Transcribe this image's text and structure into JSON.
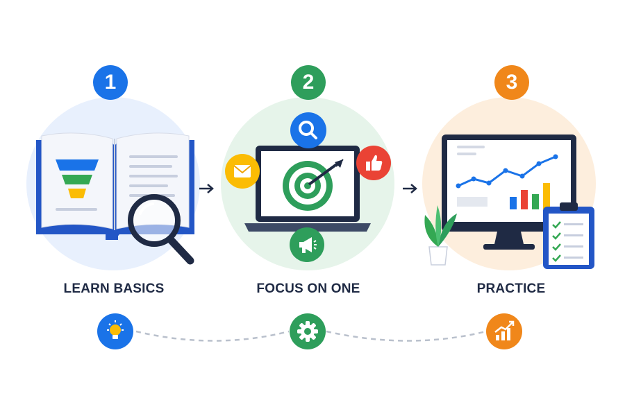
{
  "steps": [
    {
      "number": "1",
      "label": "LEARN BASICS",
      "color": "#1a73e8",
      "icon": "book-funnel-magnifier-icon",
      "bottom_icon": "lightbulb-icon"
    },
    {
      "number": "2",
      "label": "FOCUS ON ONE",
      "color": "#2e9e5b",
      "icon": "laptop-target-icon",
      "bottom_icon": "gear-icon"
    },
    {
      "number": "3",
      "label": "PRACTICE",
      "color": "#f0871a",
      "icon": "monitor-chart-clipboard-icon",
      "bottom_icon": "growth-chart-icon"
    }
  ],
  "colors": {
    "blue_bg": "#e8f0fd",
    "green_bg": "#e6f4ea",
    "orange_bg": "#fdeedd",
    "dark": "#1f2a44",
    "red": "#ea4335",
    "yellow": "#fbbc04"
  }
}
